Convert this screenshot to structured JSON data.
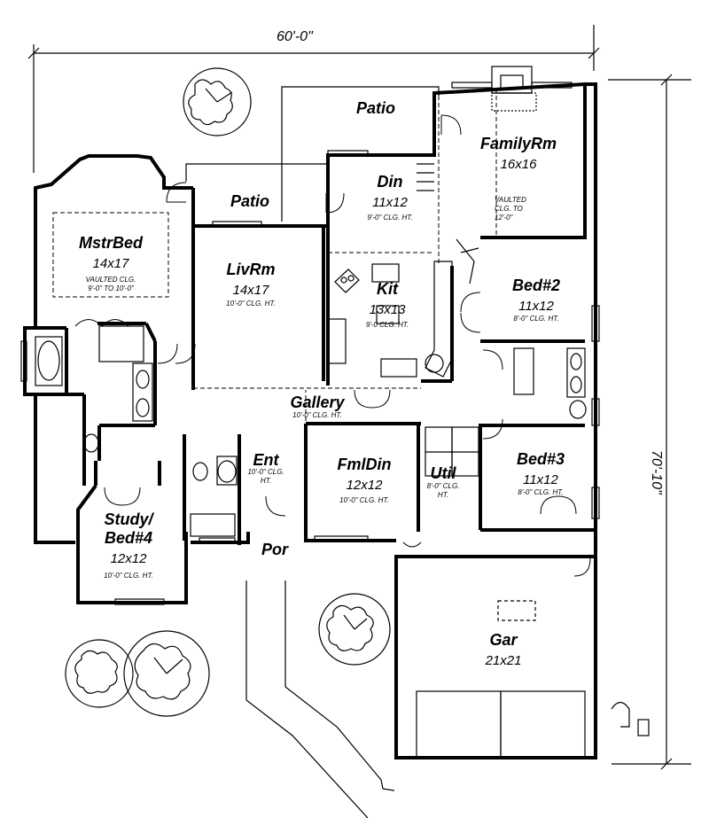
{
  "dimensions": {
    "width": "60'-0\"",
    "depth": "70'-10\""
  },
  "rooms": [
    {
      "key": "patio_top",
      "name": "Patio",
      "size": "",
      "notes": []
    },
    {
      "key": "familyrm",
      "name": "FamilyRm",
      "size": "16x16",
      "notes": [
        "VAULTED",
        "CLG. TO",
        "12'-0\""
      ]
    },
    {
      "key": "din",
      "name": "Din",
      "size": "11x12",
      "notes": [
        "9'-0\" CLG. HT."
      ]
    },
    {
      "key": "patio_left",
      "name": "Patio",
      "size": "",
      "notes": []
    },
    {
      "key": "mstrbed",
      "name": "MstrBed",
      "size": "14x17",
      "notes": [
        "VAULTED CLG.",
        "9'-0\" TO 10'-0\""
      ]
    },
    {
      "key": "livrm",
      "name": "LivRm",
      "size": "14x17",
      "notes": [
        "10'-0\" CLG. HT."
      ]
    },
    {
      "key": "kit",
      "name": "Kit",
      "size": "13x13",
      "notes": [
        "9'-0 CLG. HT."
      ]
    },
    {
      "key": "bed2",
      "name": "Bed#2",
      "size": "11x12",
      "notes": [
        "8'-0\" CLG. HT."
      ]
    },
    {
      "key": "gallery",
      "name": "Gallery",
      "size": "",
      "notes": [
        "10'-0\" CLG. HT."
      ]
    },
    {
      "key": "fmldin",
      "name": "FmlDin",
      "size": "12x12",
      "notes": [
        "10'-0\" CLG. HT."
      ]
    },
    {
      "key": "util",
      "name": "Util",
      "size": "",
      "notes": [
        "8'-0\" CLG.",
        "HT."
      ]
    },
    {
      "key": "bed3",
      "name": "Bed#3",
      "size": "11x12",
      "notes": [
        "8'-0\" CLG. HT."
      ]
    },
    {
      "key": "ent",
      "name": "Ent",
      "size": "",
      "notes": [
        "10'-0\" CLG.",
        "HT."
      ]
    },
    {
      "key": "study",
      "name": "Study/",
      "name2": "Bed#4",
      "size": "12x12",
      "notes": [
        "10'-0\" CLG. HT."
      ]
    },
    {
      "key": "por",
      "name": "Por",
      "size": "",
      "notes": []
    },
    {
      "key": "gar",
      "name": "Gar",
      "size": "21x21",
      "notes": []
    }
  ]
}
